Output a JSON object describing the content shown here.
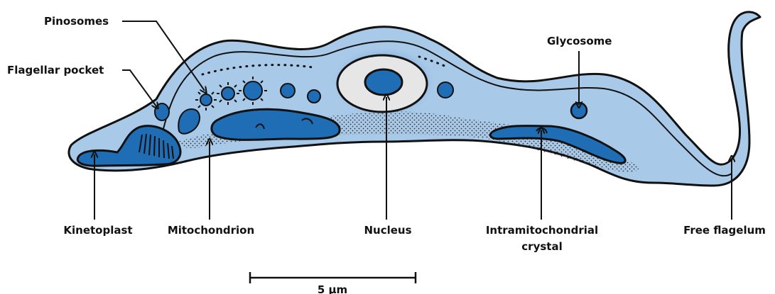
{
  "labels": {
    "pinosomes": "Pinosomes",
    "flagellar_pocket": "Flagellar pocket",
    "glycosome": "Glycosome",
    "kinetoplast": "Kinetoplast",
    "mitochondrion": "Mitochondrion",
    "nucleus": "Nucleus",
    "intramitochondrial_crystal_line1": "Intramitochondrial",
    "intramitochondrial_crystal_line2": "crystal",
    "free_flagelum": "Free flagelum"
  },
  "scale_bar": {
    "label": "5 µm"
  },
  "colors": {
    "cell_body": "#a9c9e8",
    "organelle": "#1f6eb5",
    "nucleus_halo": "#e6e6e6",
    "outline": "#111111"
  }
}
